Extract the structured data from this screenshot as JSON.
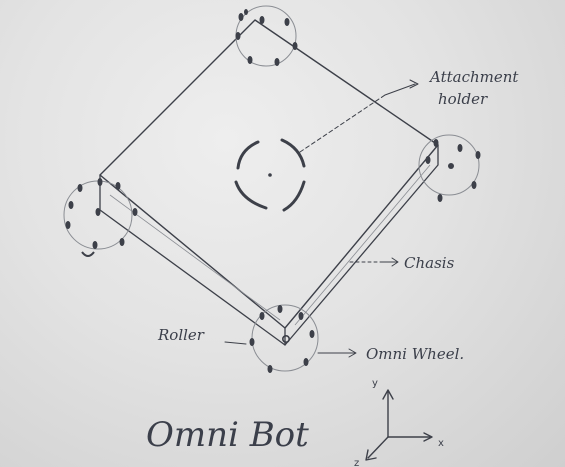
{
  "title": "Omni Bot",
  "labels": {
    "attachment_line1": "Attachment",
    "attachment_line2": "holder",
    "chasis": "Chasis",
    "roller": "Roller",
    "omni_wheel": "Omni Wheel."
  },
  "axes": {
    "y": "y",
    "x": "x",
    "z": "z"
  },
  "colors": {
    "paper": "#e6e6e6",
    "pencil": "#3d4049"
  }
}
